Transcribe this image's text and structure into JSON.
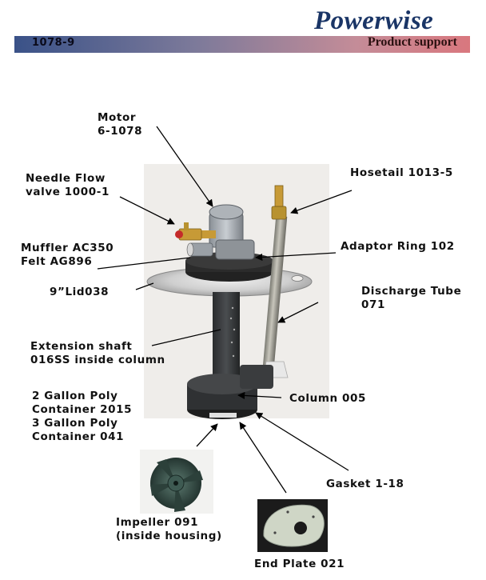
{
  "header": {
    "brand": "Powerwise",
    "doc_code": "1078-9",
    "section": "Product support"
  },
  "callouts": {
    "motor": "Motor\n6-1078",
    "needle_valve": "Needle Flow\nvalve 1000-1",
    "muffler": "Muffler AC350\nFelt AG896",
    "lid": "9”Lid038",
    "extension_shaft": "Extension shaft\n016SS inside column",
    "container": "2 Gallon Poly\nContainer 2015\n3 Gallon Poly\nContainer 041",
    "impeller": "Impeller 091\n(inside housing)",
    "hosetail": "Hosetail 1013-5",
    "adaptor_ring": "Adaptor Ring 102",
    "discharge_tube": "Discharge Tube\n071",
    "column": "Column 005",
    "gasket": "Gasket 1-18",
    "end_plate": "End Plate 021"
  },
  "colors": {
    "brand": "#1a3566",
    "bar_start": "#3a5288",
    "bar_end": "#d9777e"
  }
}
